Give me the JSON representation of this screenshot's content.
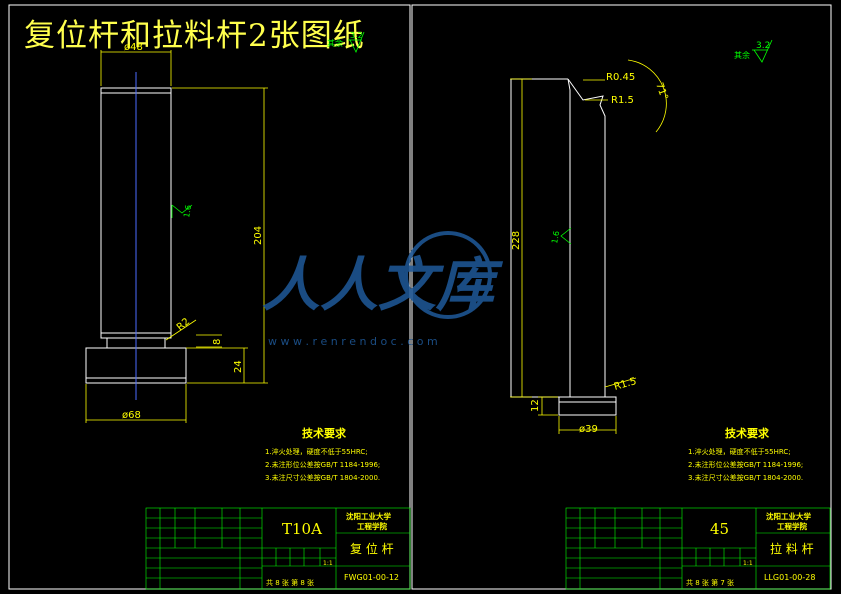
{
  "header": {
    "title": "复位杆和拉料杆2张图纸"
  },
  "watermark": {
    "brand": "人人文库",
    "url": "w w w . r e n r e n d o c . c o m"
  },
  "left_sheet": {
    "roughness_corner": "3.2",
    "roughness_corner_label": "其余",
    "roughness_surface": "1.6",
    "dims": {
      "top_diameter": "ø48",
      "length_total": "204",
      "fillet": "R2",
      "step_small": "8",
      "head_height": "24",
      "head_diameter": "ø68"
    },
    "notes_title": "技术要求",
    "notes": [
      "1.淬火处理，硬度不低于55HRC;",
      "2.未注形位公差按GB/T 1184-1996;",
      "3.未注尺寸公差按GB/T 1804-2000."
    ],
    "titleblock": {
      "material": "T10A",
      "school": "沈阳工业大学",
      "college": "工程学院",
      "part_name": "复 位 杆",
      "drawing_no": "FWG01-00-12",
      "scale": "1:1",
      "sheet_info": "共 8 张  第 8 张"
    }
  },
  "right_sheet": {
    "roughness_corner": "3.2",
    "roughness_corner_label": "其余",
    "roughness_surface": "1.6",
    "dims": {
      "tip_radius": "R0.45",
      "hook_radius": "R1.5",
      "angle": "71°",
      "length_total": "228",
      "fillet": "R1.5",
      "head_height": "12",
      "head_diameter": "ø39"
    },
    "notes_title": "技术要求",
    "notes": [
      "1.淬火处理，硬度不低于55HRC;",
      "2.未注形位公差按GB/T 1184-1996;",
      "3.未注尺寸公差按GB/T 1804-2000."
    ],
    "titleblock": {
      "material": "45",
      "school": "沈阳工业大学",
      "college": "工程学院",
      "part_name": "拉 料 杆",
      "drawing_no": "LLG01-00-28",
      "scale": "1:1",
      "sheet_info": "共 8 张  第 7 张"
    }
  },
  "colors": {
    "frame": "#ffffff",
    "dimension": "#ffff00",
    "text": "#ffff00",
    "roughness": "#00ff00",
    "titleblock": "#00ff00",
    "centerline": "#4d6bff",
    "watermark": "#1f5a9a"
  }
}
